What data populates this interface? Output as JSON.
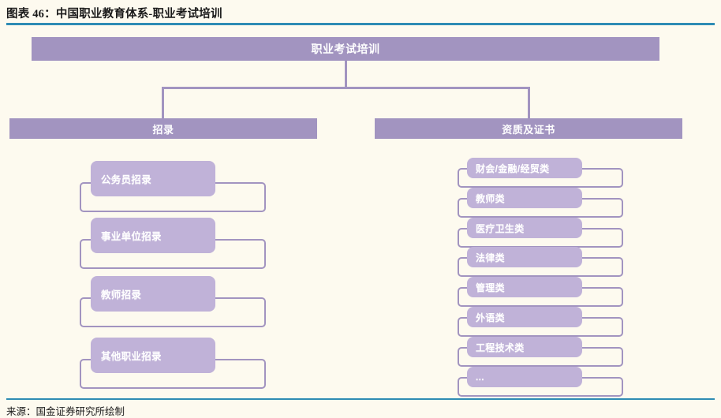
{
  "figure": {
    "title": "图表 46：中国职业教育体系-职业考试培训",
    "source": "来源：国金证券研究所绘制",
    "colors": {
      "rule": "#2e8cb4",
      "banner": "#a294c0",
      "item_fill": "#c0b2d8",
      "outline": "#a294c0",
      "background": "#fdfaef"
    }
  },
  "diagram": {
    "type": "tree",
    "root": {
      "label": "职业考试培训"
    },
    "branches": [
      {
        "label": "招录",
        "side": "left",
        "items": [
          {
            "label": "公务员招录"
          },
          {
            "label": "事业单位招录"
          },
          {
            "label": "教师招录"
          },
          {
            "label": "其他职业招录"
          }
        ]
      },
      {
        "label": "资质及证书",
        "side": "right",
        "items": [
          {
            "label": "财会/金融/经贸类"
          },
          {
            "label": "教师类"
          },
          {
            "label": "医疗卫生类"
          },
          {
            "label": "法律类"
          },
          {
            "label": "管理类"
          },
          {
            "label": "外语类"
          },
          {
            "label": "工程技术类"
          },
          {
            "label": "..."
          }
        ]
      }
    ]
  }
}
